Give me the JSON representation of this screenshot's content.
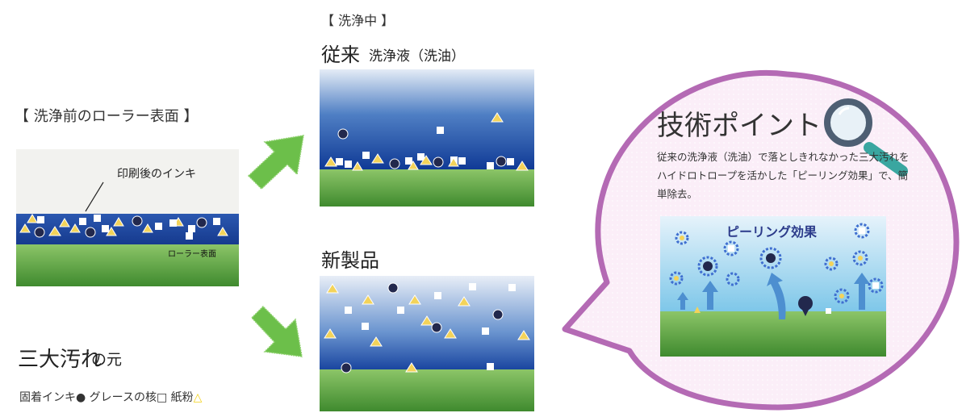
{
  "before": {
    "title": "【 洗浄前のローラー表面 】",
    "ink_label": "印刷後のインキ",
    "roller_label": "ローラー表面"
  },
  "during": {
    "title": "【 洗浄中 】",
    "conventional_big": "従来",
    "conventional_small": "洗浄液（洗油）",
    "new_product": "新製品"
  },
  "three_dirt": {
    "title_big": "三大汚れ",
    "title_small": "の元"
  },
  "legend": {
    "ink": "固着インキ●",
    "grease": "グレースの核□",
    "paper": "紙粉",
    "paper_symbol": "△"
  },
  "tech_point": {
    "title": "技術ポイント",
    "description": "従来の洗浄液（洗油）で落としきれなかった三大汚れをハイドロトロープを活かした「ピーリング効果」で、簡単除去。",
    "peeling_title": "ピーリング効果"
  },
  "colors": {
    "arrow_green": "#6cbf4a",
    "bubble_border": "#b46ab4",
    "bubble_fill": "#fbeef8",
    "ink_blue": "#1d3f95",
    "ground_green": "#4f9a3a",
    "particle_ink": "#22284d",
    "particle_tri": "#f3d35a"
  }
}
